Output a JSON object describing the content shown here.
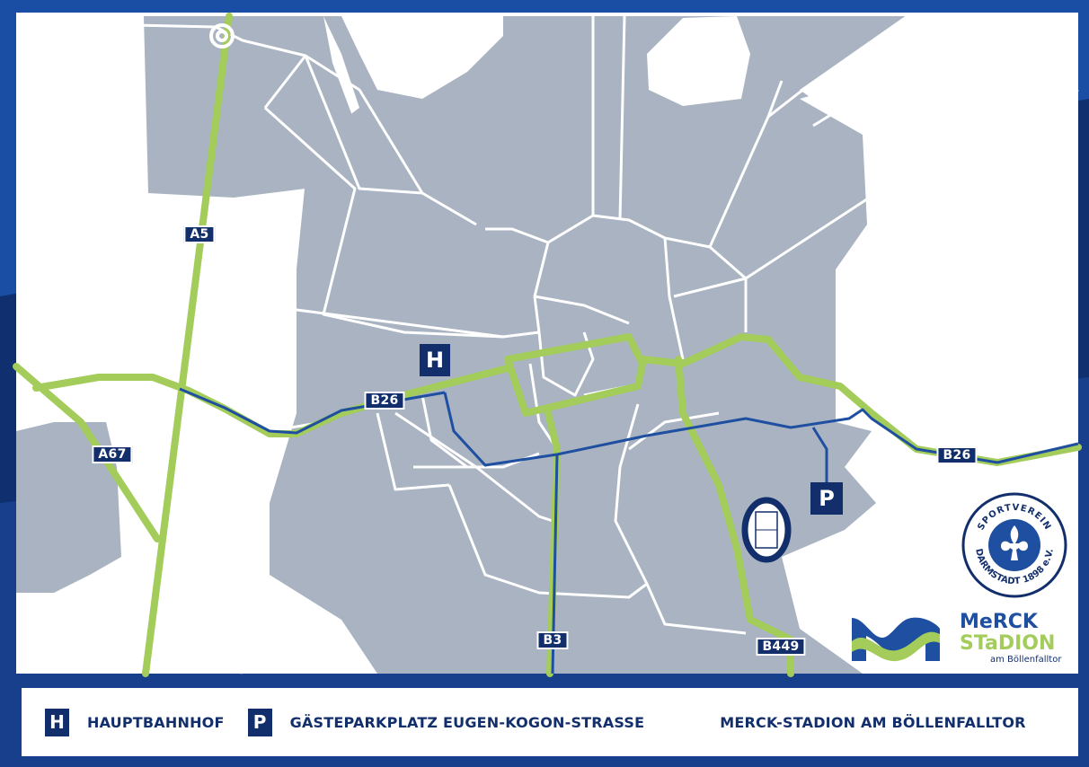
{
  "map": {
    "road_labels": {
      "a5": "A5",
      "a67": "A67",
      "b26_west": "B26",
      "b26_east": "B26",
      "b3": "B3",
      "b449": "B449"
    },
    "markers": {
      "hauptbahnhof": "H",
      "parking": "P"
    }
  },
  "legend": {
    "hauptbahnhof_symbol": "H",
    "hauptbahnhof_label": "HAUPTBAHNHOF",
    "parking_symbol": "P",
    "parking_label": "GÄSTEPARKPLATZ EUGEN-KOGON-STRASSE",
    "stadium_label": "MERCK-STADION AM BÖLLENFALLTOR"
  },
  "club_logo": {
    "top_text": "SPORTVEREIN",
    "bottom_text": "DARMSTADT 1898 e.V."
  },
  "stadium_logo": {
    "line1": "MeRCK",
    "line2": "STaDION",
    "line3": "am Böllenfalltor"
  },
  "colors": {
    "navy": "#132f6b",
    "green": "#a3cc5b",
    "city_gray": "#a9b3c1",
    "route_blue": "#1e4fa0",
    "frame_blue": "#1b4ea8"
  }
}
